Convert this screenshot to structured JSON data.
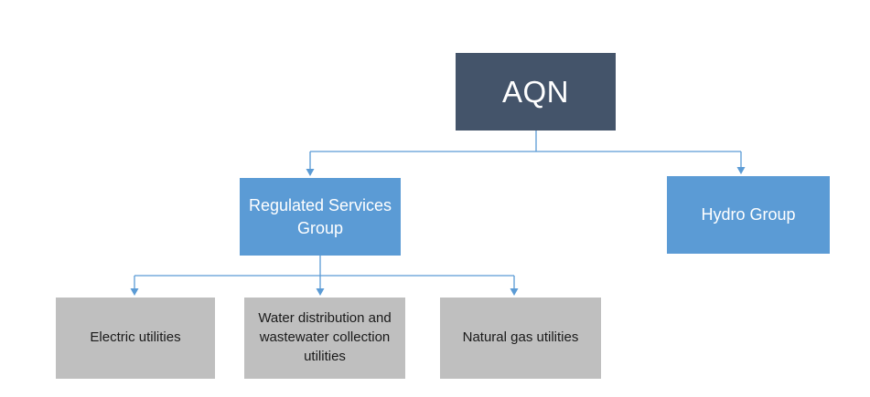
{
  "diagram": {
    "type": "org-chart",
    "nodes": {
      "aqn": {
        "label": "AQN",
        "level": 1
      },
      "regulated": {
        "label": "Regulated Services Group",
        "level": 2
      },
      "hydro": {
        "label": "Hydro Group",
        "level": 2
      },
      "electric": {
        "label": "Electric utilities",
        "level": 3
      },
      "water": {
        "label": "Water distribution and wastewater collection utilities",
        "level": 3
      },
      "gas": {
        "label": "Natural gas utilities",
        "level": 3
      }
    },
    "edges": [
      {
        "from": "aqn",
        "to": "regulated"
      },
      {
        "from": "aqn",
        "to": "hydro"
      },
      {
        "from": "regulated",
        "to": "electric"
      },
      {
        "from": "regulated",
        "to": "water"
      },
      {
        "from": "regulated",
        "to": "gas"
      }
    ],
    "colors": {
      "background": "#ffffff",
      "root_fill": "#44546a",
      "root_text": "#ffffff",
      "branch_fill": "#5b9bd5",
      "branch_text": "#ffffff",
      "leaf_fill": "#bfbfbf",
      "leaf_text": "#1a1a1a",
      "connector": "#5b9bd5"
    }
  }
}
